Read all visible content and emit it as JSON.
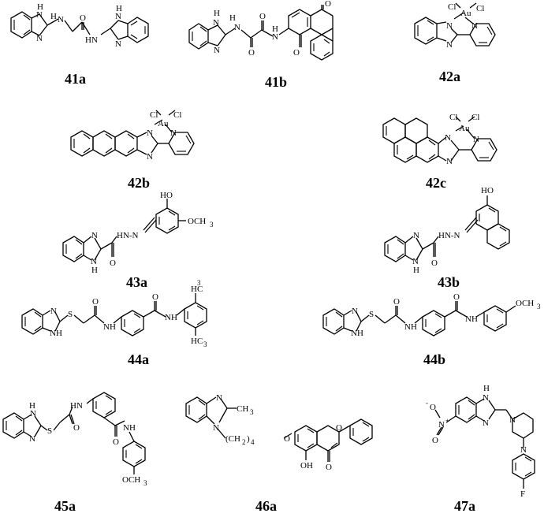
{
  "compounds": {
    "c41a": {
      "label": "41a",
      "atoms": {
        "h1": "H",
        "n1": "N",
        "n2": "N",
        "nh": "H",
        "n3": "N",
        "o": "O",
        "hn": "HN",
        "h2": "H",
        "n4": "N",
        "n5": "N"
      }
    },
    "c41b": {
      "label": "41b",
      "atoms": {
        "h1": "H",
        "n1": "N",
        "n2": "N",
        "h2": "H",
        "n3": "N",
        "o1": "O",
        "o2": "O",
        "n4": "N",
        "h3": "H",
        "o3": "O",
        "o4": "O"
      }
    },
    "c42a": {
      "label": "42a",
      "atoms": {
        "cl1": "Cl",
        "cl2": "Cl",
        "au": "Au",
        "n1": "N",
        "n2": "N",
        "n3": "N"
      }
    },
    "c42b": {
      "label": "42b",
      "atoms": {
        "cl1": "Cl",
        "cl2": "Cl",
        "au": "Au",
        "n1": "N",
        "n2": "N",
        "n3": "N"
      }
    },
    "c42c": {
      "label": "42c",
      "atoms": {
        "cl1": "Cl",
        "cl2": "Cl",
        "au": "Au",
        "n1": "N",
        "n2": "N",
        "n3": "N"
      }
    },
    "c43a": {
      "label": "43a",
      "atoms": {
        "oh": "HO",
        "och3": "OCH",
        "sub3": "3",
        "n1": "N",
        "hn": "HN-N",
        "n2": "N",
        "h": "H",
        "o": "O"
      }
    },
    "c43b": {
      "label": "43b",
      "atoms": {
        "oh": "HO",
        "n1": "N",
        "hn": "HN-N",
        "n2": "N",
        "h": "H",
        "o": "O"
      }
    },
    "c44a": {
      "label": "44a",
      "atoms": {
        "n1": "N",
        "s": "S",
        "nh": "NH",
        "o1": "O",
        "n2": "N",
        "h1": "H",
        "o2": "O",
        "nh2": "NH",
        "ch3a": "H",
        "ch3a2": "C",
        "sub1": "3",
        "ch3b": "H",
        "ch3b2": "C",
        "sub2": "3"
      }
    },
    "c44b": {
      "label": "44b",
      "atoms": {
        "n1": "N",
        "s": "S",
        "nh": "NH",
        "o1": "O",
        "n2": "N",
        "h1": "H",
        "o2": "O",
        "nh2": "N",
        "h2": "H",
        "och3": "OCH",
        "sub": "3"
      }
    },
    "c45a": {
      "label": "45a",
      "atoms": {
        "h1": "H",
        "n1": "N",
        "n2": "N",
        "s": "S",
        "o1": "O",
        "hn": "HN",
        "o2": "O",
        "nh": "NH",
        "och3": "OCH",
        "sub": "3"
      }
    },
    "c46a": {
      "label": "46a",
      "atoms": {
        "n1": "N",
        "ch3": "CH",
        "sub3": "3",
        "n2": "N",
        "ch2": "(CH",
        "sub2": "2",
        "close": ")",
        "sub4": "4",
        "o1": "O",
        "o2": "O",
        "oh": "OH",
        "o3": "O"
      }
    },
    "c47a": {
      "label": "47a",
      "atoms": {
        "h": "H",
        "n1": "N",
        "no2o": "O",
        "no2n": "N",
        "plus": "+",
        "minus": "-",
        "no2o2": "O",
        "n2": "N",
        "n3": "N",
        "n4": "N",
        "f": "F"
      }
    }
  }
}
